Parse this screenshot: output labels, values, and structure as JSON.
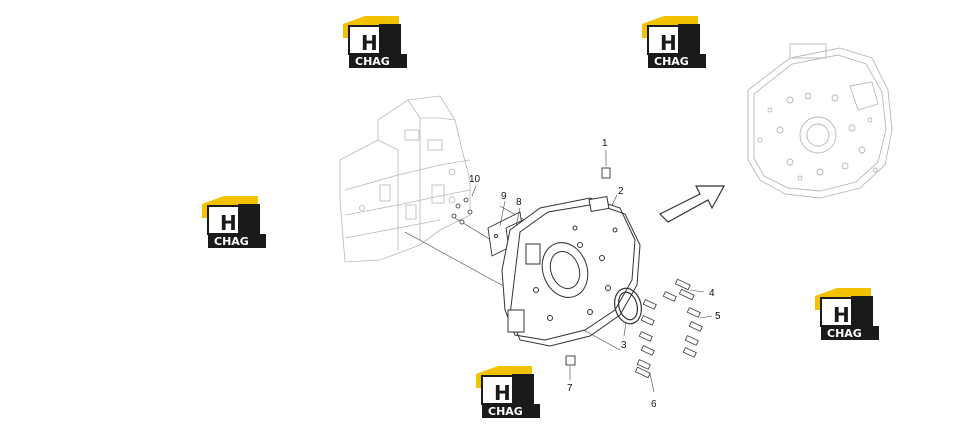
{
  "watermark": {
    "mark": "H3",
    "caption": "CHAG",
    "colors": {
      "roof": "#f2c200",
      "box": "#1a1a1a",
      "text": "#ffffff"
    }
  },
  "callouts": [
    {
      "id": "1",
      "label": "1"
    },
    {
      "id": "2",
      "label": "2"
    },
    {
      "id": "3",
      "label": "3"
    },
    {
      "id": "4",
      "label": "4"
    },
    {
      "id": "5",
      "label": "5"
    },
    {
      "id": "6",
      "label": "6"
    },
    {
      "id": "7",
      "label": "7"
    },
    {
      "id": "8",
      "label": "8"
    },
    {
      "id": "9",
      "label": "9"
    },
    {
      "id": "10",
      "label": "10"
    }
  ],
  "colors": {
    "line": "#444444",
    "faint": "#b8b8b8"
  }
}
